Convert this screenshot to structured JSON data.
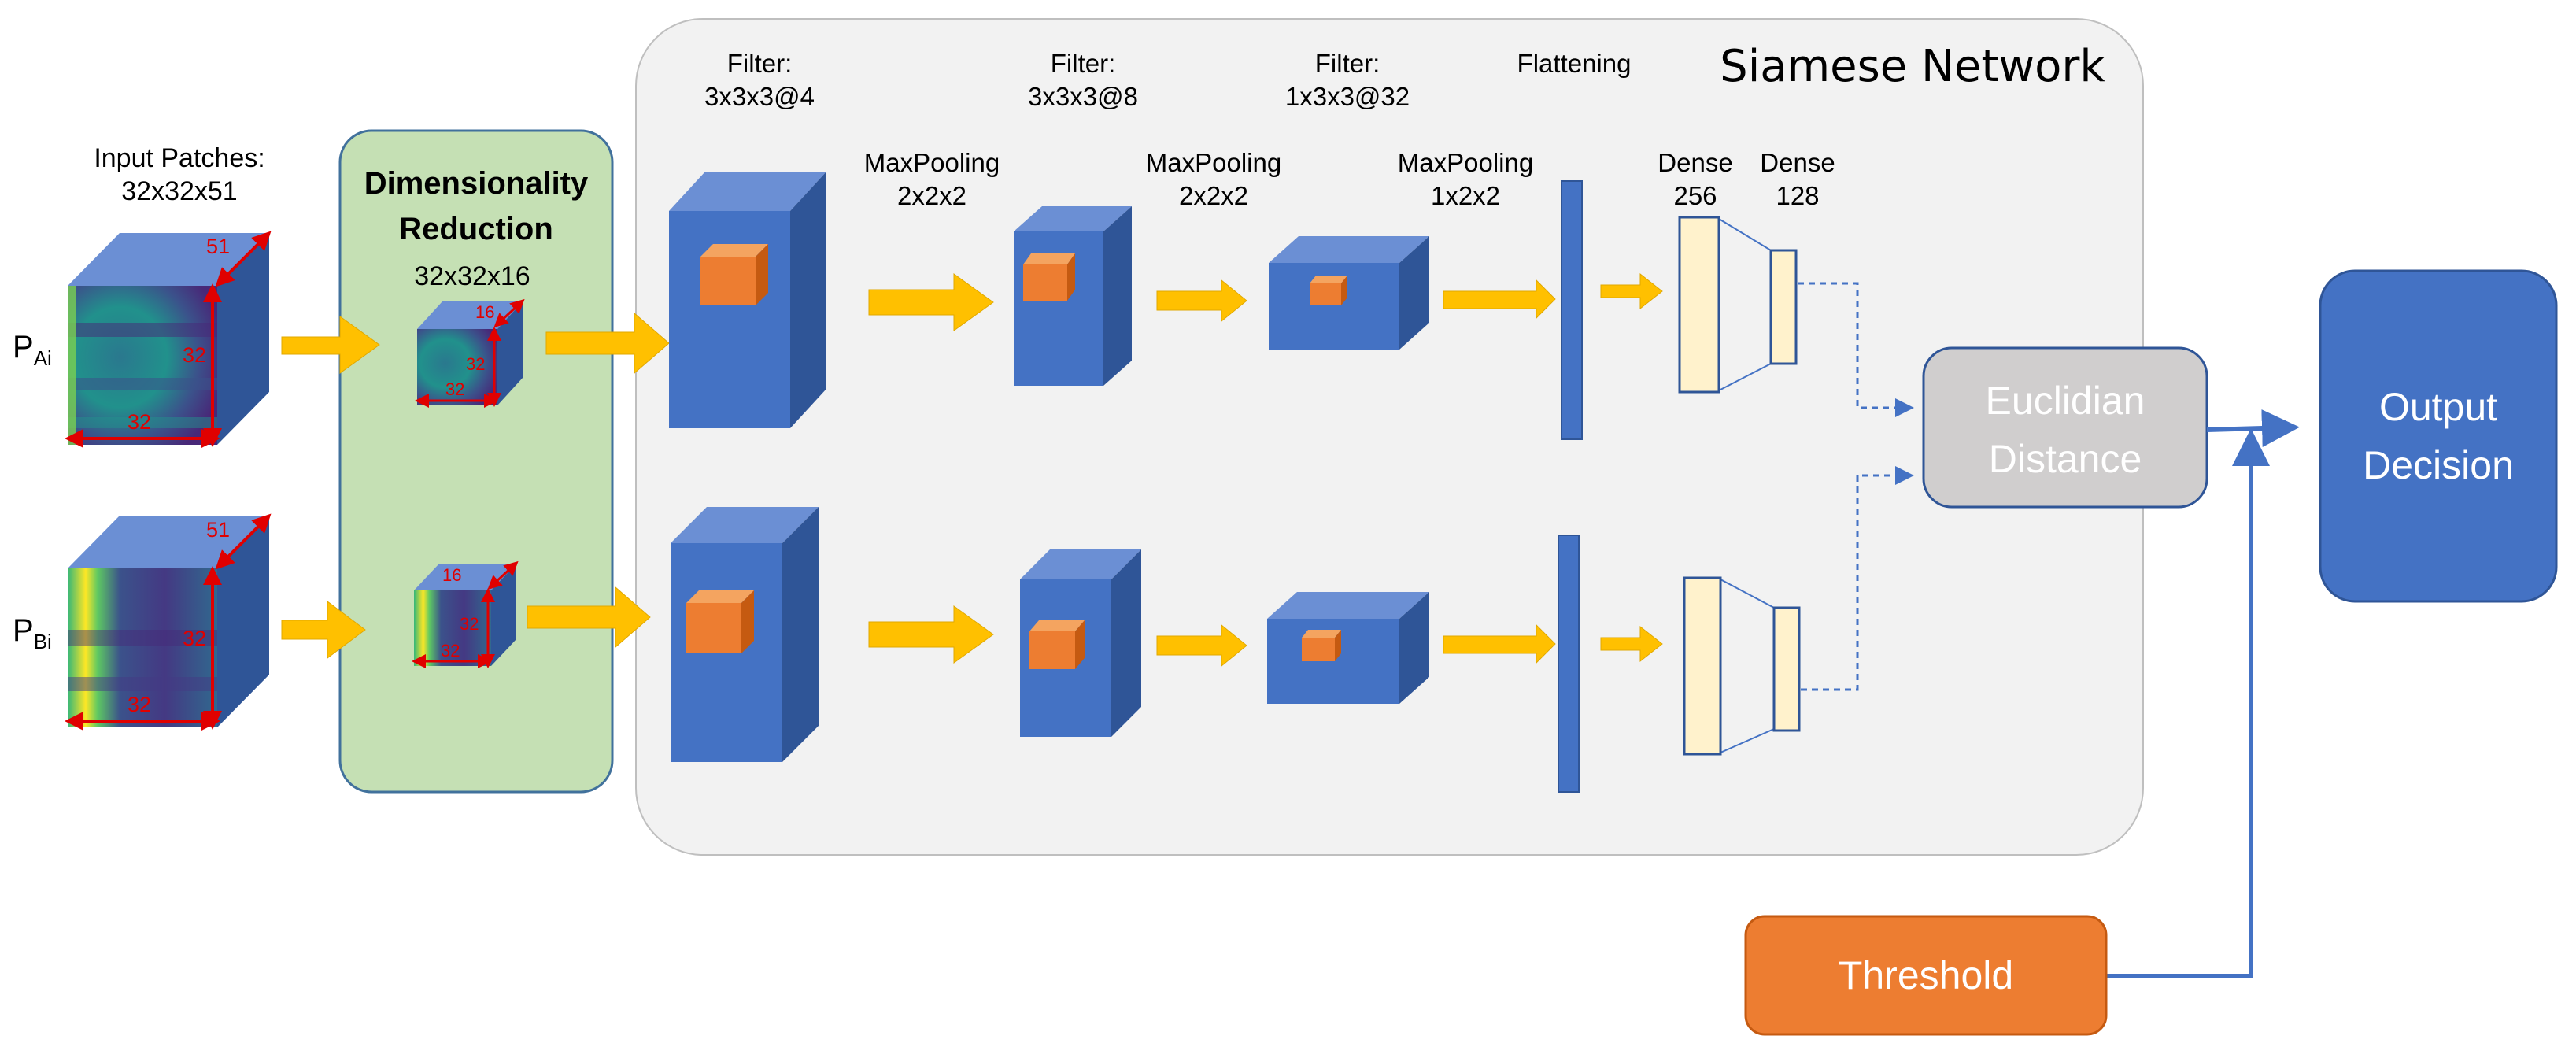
{
  "siamese": {
    "title": "Siamese Network"
  },
  "input": {
    "line1": "Input Patches:",
    "line2": "32x32x51"
  },
  "patch_a": {
    "label_main": "P",
    "label_sub": "Ai"
  },
  "patch_b": {
    "label_main": "P",
    "label_sub": "Bi"
  },
  "cube_dims": {
    "depth": "51",
    "height": "32",
    "width": "32"
  },
  "reduced_dims": {
    "depth": "16",
    "height": "32",
    "width": "32"
  },
  "dim_reduction": {
    "line1": "Dimensionality",
    "line2": "Reduction",
    "size": "32x32x16"
  },
  "conv_labels": [
    {
      "line1": "Filter:",
      "line2": "3x3x3@4"
    },
    {
      "line1": "Filter:",
      "line2": "3x3x3@8"
    },
    {
      "line1": "Filter:",
      "line2": "1x3x3@32"
    }
  ],
  "flatten_label": "Flattening",
  "pool_labels": [
    {
      "line1": "MaxPooling",
      "line2": "2x2x2"
    },
    {
      "line1": "MaxPooling",
      "line2": "2x2x2"
    },
    {
      "line1": "MaxPooling",
      "line2": "1x2x2"
    }
  ],
  "dense_labels": [
    {
      "line1": "Dense",
      "line2": "256"
    },
    {
      "line1": "Dense",
      "line2": "128"
    }
  ],
  "euclid": {
    "line1": "Euclidian",
    "line2": "Distance"
  },
  "output": {
    "line1": "Output",
    "line2": "Decision"
  },
  "threshold": {
    "label": "Threshold"
  },
  "colors": {
    "siamese_bg": "#f2f2f2",
    "dim_box_bg": "#c5e0b4",
    "cube_front": "#4472c4",
    "cube_top": "#6b8fd4",
    "cube_side": "#2f5597",
    "kernel": "#ed7d31",
    "arrow": "#ffc000",
    "dense": "#fff2cc",
    "euclid_bg": "#d0cece",
    "output_bg": "#4472c4",
    "threshold_bg": "#ed7d31",
    "dim_marks": "#e00000"
  }
}
